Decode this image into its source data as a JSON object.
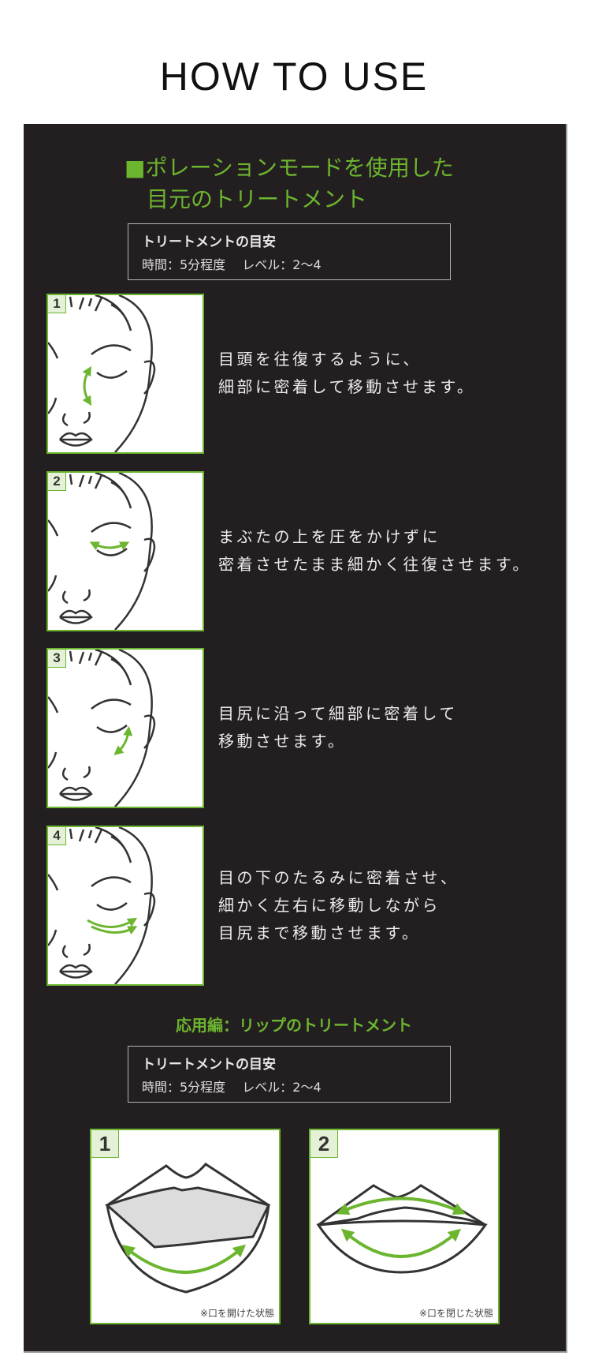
{
  "page_title": "HOW TO USE",
  "eye_section": {
    "heading_line1": "■ポレーションモードを使用した",
    "heading_line2": "目元のトリートメント",
    "guide": {
      "title": "トリートメントの目安",
      "detail": "時間：5分程度　 レベル：2～4"
    },
    "steps": [
      {
        "number": "1",
        "arrow": "vertical-inner-corner",
        "lines": [
          "目頭を往復するように、",
          "細部に密着して移動させます。"
        ]
      },
      {
        "number": "2",
        "arrow": "horizontal-eyelid",
        "lines": [
          "まぶたの上を圧をかけずに",
          "密着させたまま細かく往復させます。"
        ]
      },
      {
        "number": "3",
        "arrow": "curved-outer-corner",
        "lines": [
          "目尻に沿って細部に密着して",
          "移動させます。"
        ]
      },
      {
        "number": "4",
        "arrow": "under-eye-sweep",
        "lines": [
          "目の下のたるみに密着させ、",
          "細かく左右に移動しながら",
          "目尻まで移動させます。"
        ]
      }
    ]
  },
  "lip_section": {
    "heading": "応用編：リップのトリートメント",
    "guide": {
      "title": "トリートメントの目安",
      "detail": "時間：5分程度　 レベル：2～4"
    },
    "steps": [
      {
        "number": "1",
        "note": "※口を開けた状態"
      },
      {
        "number": "2",
        "note": "※口を閉じた状態"
      }
    ]
  },
  "colors": {
    "accent": "#6cb52f",
    "panel": "#231f20"
  }
}
